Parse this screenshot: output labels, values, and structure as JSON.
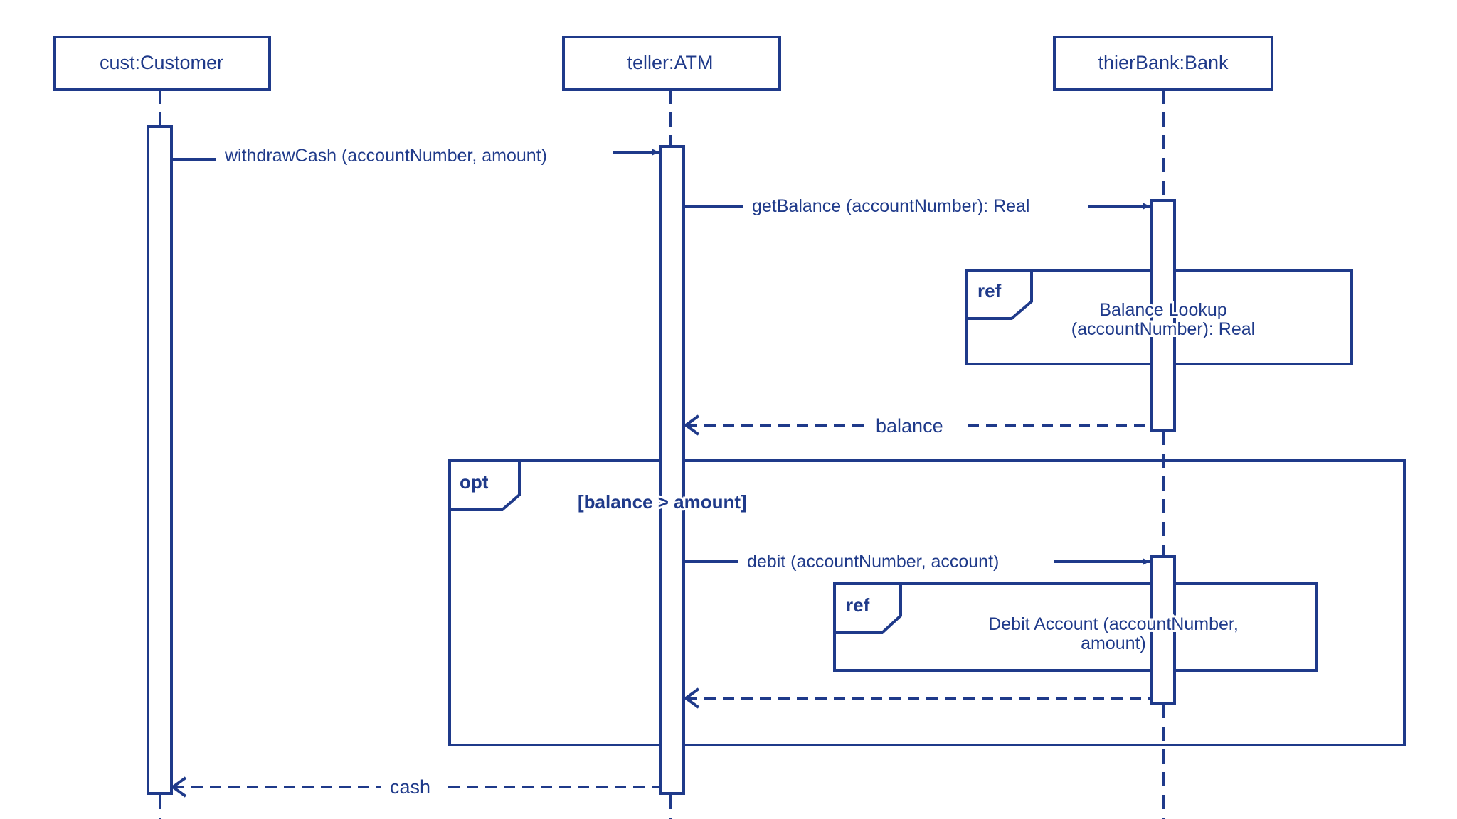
{
  "colors": {
    "stroke": "#1f3a8a",
    "background": "#ffffff"
  },
  "lifelines": {
    "customer": "cust:Customer",
    "atm": "teller:ATM",
    "bank": "thierBank:Bank"
  },
  "messages": {
    "withdraw": "withdrawCash (accountNumber, amount)",
    "get_balance": "getBalance (accountNumber): Real",
    "balance_return": "balance",
    "debit": "debit (accountNumber, account)",
    "cash_return": "cash"
  },
  "fragments": {
    "ref_balance": {
      "tag": "ref",
      "line1": "Balance  Lookup",
      "line2": "(accountNumber): Real"
    },
    "opt": {
      "tag": "opt",
      "guard": "[balance > amount]"
    },
    "ref_debit": {
      "tag": "ref",
      "line1": "Debit Account (accountNumber,",
      "line2": "amount)"
    }
  }
}
